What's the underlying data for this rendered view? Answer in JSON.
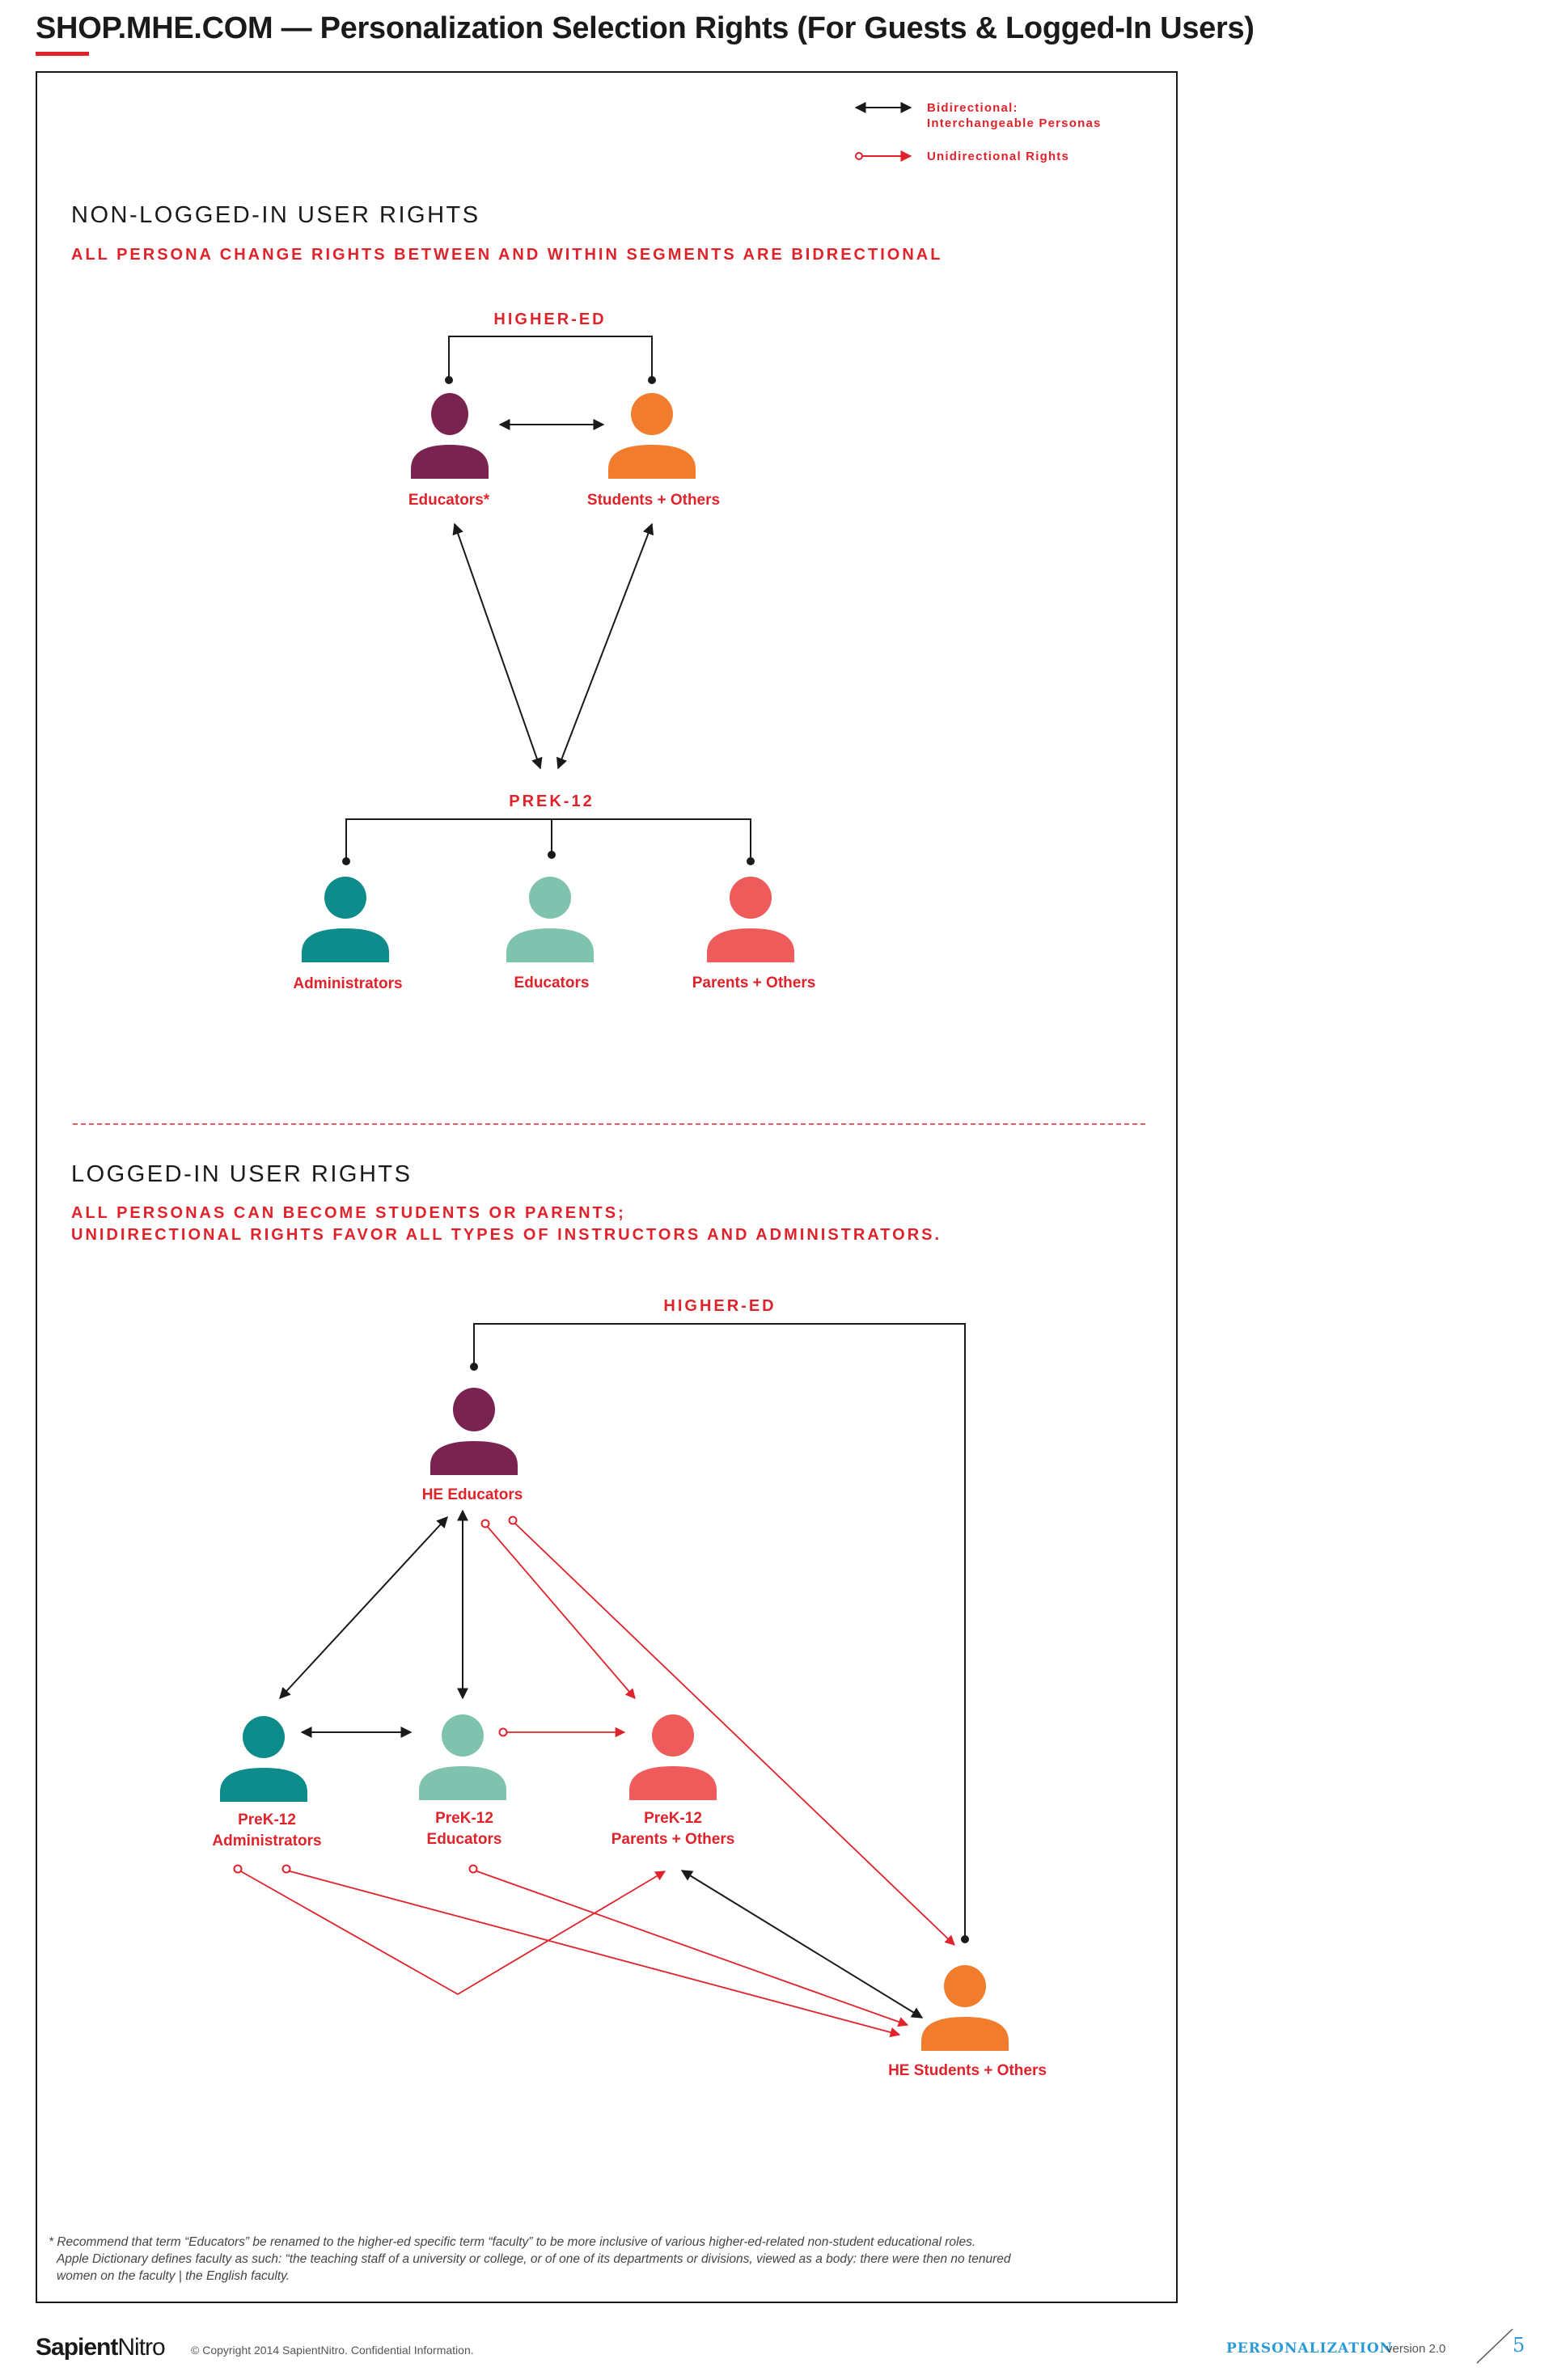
{
  "page": {
    "title": "SHOP.MHE.COM — Personalization Selection Rights (For Guests & Logged-In Users)"
  },
  "legend": {
    "bidirectional_line1": "Bidirectional:",
    "bidirectional_line2": "Interchangeable Personas",
    "unidirectional": "Unidirectional Rights"
  },
  "non_logged_in": {
    "heading": "NON-LOGGED-IN USER RIGHTS",
    "subheading": "ALL PERSONA CHANGE RIGHTS BETWEEN AND WITHIN SEGMENTS ARE BIDRECTIONAL",
    "higher_ed_label": "HIGHER-ED",
    "prek12_label": "PREK-12",
    "personas": {
      "he_educators": "Educators*",
      "he_students": "Students + Others",
      "k12_admins": "Administrators",
      "k12_educators": "Educators",
      "k12_parents": "Parents + Others"
    }
  },
  "logged_in": {
    "heading": "LOGGED-IN USER RIGHTS",
    "subheading_line1": "ALL PERSONAS CAN BECOME STUDENTS OR PARENTS;",
    "subheading_line2": "UNIDIRECTIONAL RIGHTS FAVOR ALL TYPES OF INSTRUCTORS AND ADMINISTRATORS.",
    "higher_ed_label": "HIGHER-ED",
    "personas": {
      "he_educators": "HE Educators",
      "k12_admins_line1": "PreK-12",
      "k12_admins_line2": "Administrators",
      "k12_educators_line1": "PreK-12",
      "k12_educators_line2": "Educators",
      "k12_parents_line1": "PreK-12",
      "k12_parents_line2": "Parents + Others",
      "he_students": "HE Students + Others"
    }
  },
  "footnote": {
    "line1": "* Recommend that term “Educators” be renamed to the higher-ed specific term “faculty” to be more inclusive of various higher-ed-related non-student educational roles.",
    "line2": "Apple Dictionary defines faculty as such: “the teaching staff of a university or college, or of one of its departments or divisions, viewed as a body: there were then no tenured",
    "line3": "women on the faculty | the English faculty."
  },
  "footer": {
    "brand_bold": "Sapient",
    "brand_light": "Nitro",
    "copyright": "© Copyright 2014 SapientNitro. Confidential Information.",
    "section": "PERSONALIZATION",
    "version": "version 2.0",
    "page_number": "5"
  },
  "colors": {
    "accent_red": "#e0222b",
    "he_educator": "#7a2350",
    "he_student": "#f07c2c",
    "k12_admin": "#0e8b8b",
    "k12_educator": "#7fc3ae",
    "k12_parent": "#ef5a5a",
    "blue": "#2b9ad6"
  }
}
